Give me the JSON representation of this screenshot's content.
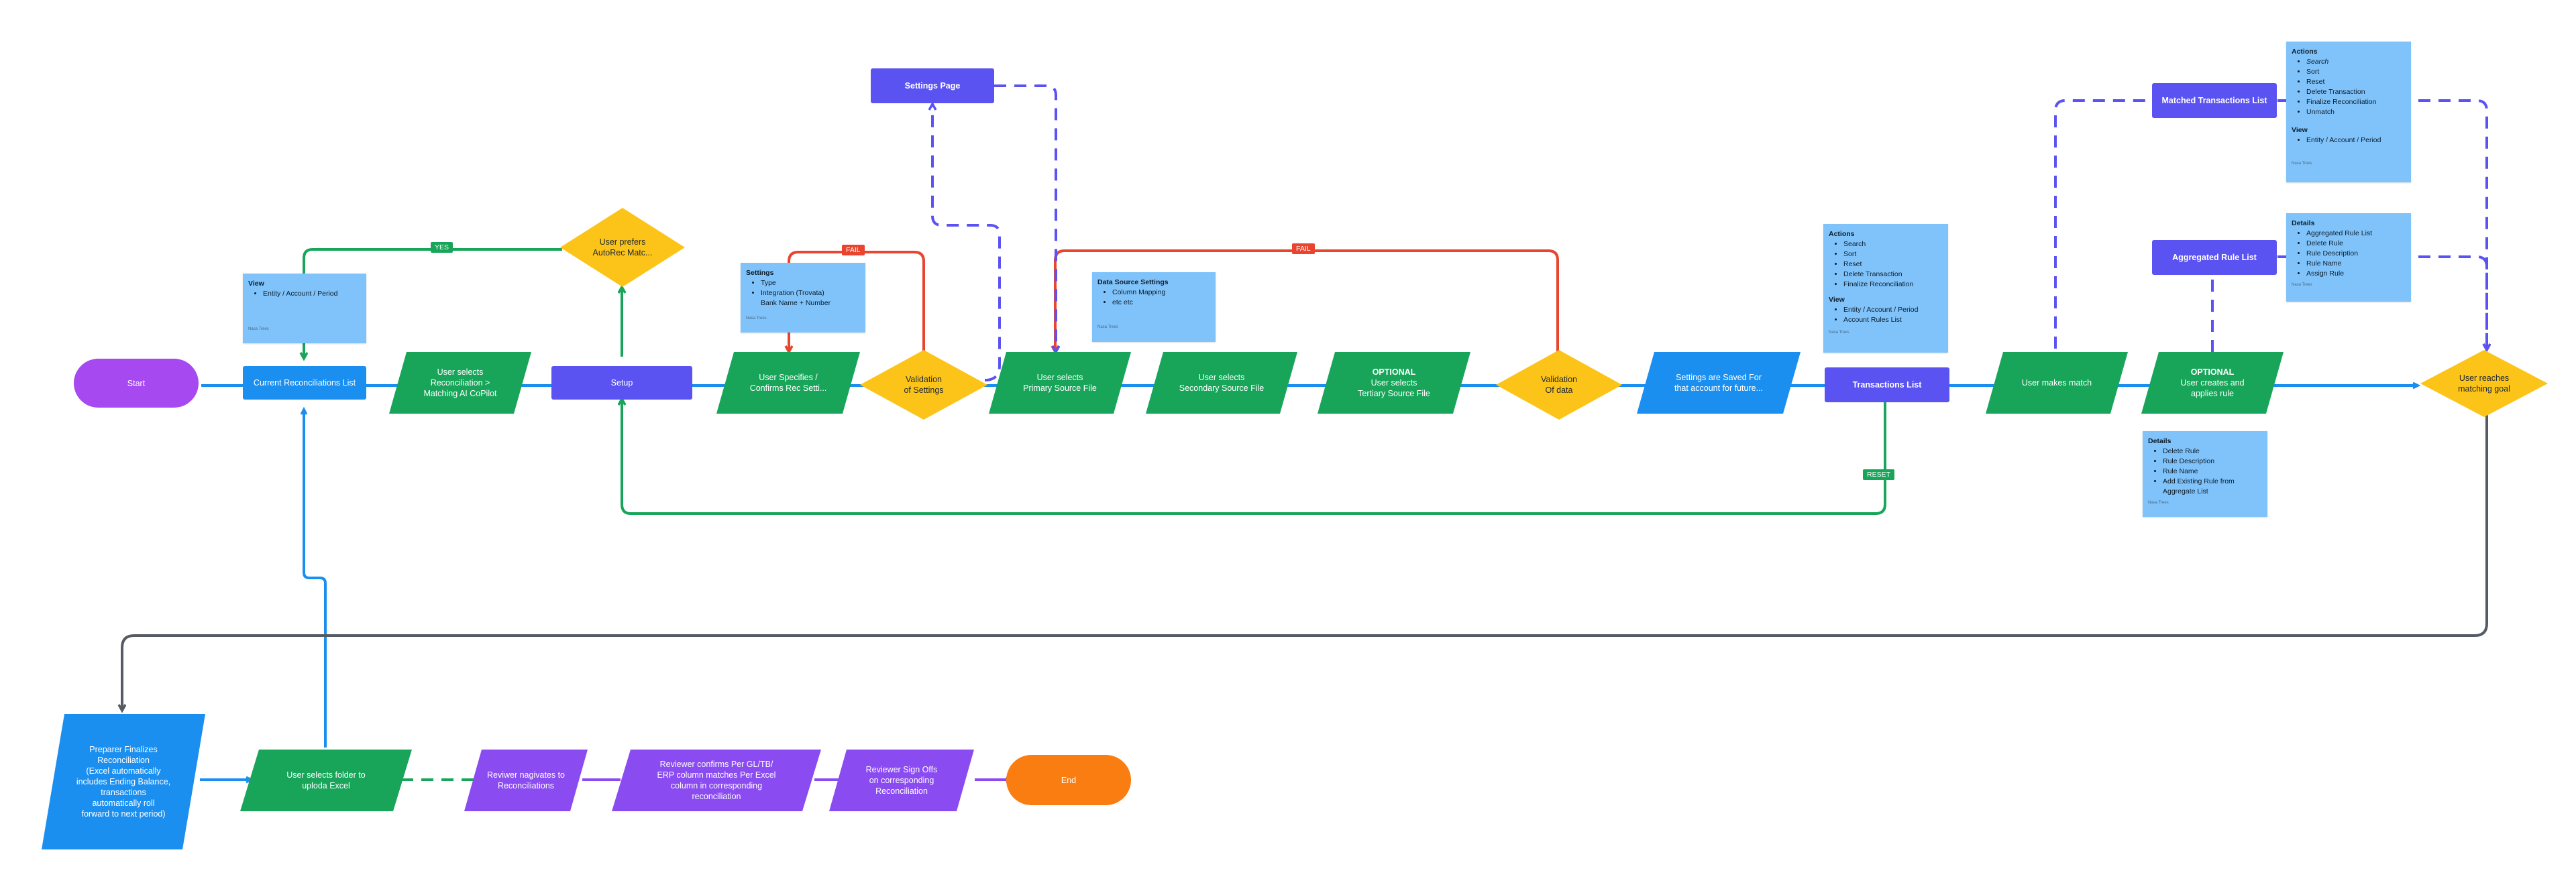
{
  "colors": {
    "blue": "#1b8ff0",
    "indigo": "#5b52f2",
    "green": "#18a55a",
    "yellow": "#fcc419",
    "purple": "#8a4bf0",
    "orange": "#fa7d12",
    "lightblue": "#7fc3fa",
    "red": "#e8442e",
    "gray": "#555b63"
  },
  "nodes": {
    "start": "Start",
    "current_list": "Current Reconciliations  List",
    "selects_reconciliation": "User selects\nReconciliation >\nMatching AI CoPilot",
    "setup": "Setup",
    "autorec": "User prefers\nAutoRec Matc...",
    "specifies_settings": "User Specifies /\nConfirms Rec Setti...",
    "validation_settings": "Validation\nof Settings",
    "settings_page": "Settings Page",
    "primary_source": "User selects\nPrimary Source File",
    "secondary_source": "User selects\nSecondary Source File",
    "tertiary_optional": "OPTIONAL",
    "tertiary_source": "User selects\nTertiary Source File",
    "validation_data": "Validation\nOf data",
    "settings_saved": "Settings are Saved For\nthat account for future...",
    "transactions_list": "Transactions List",
    "makes_match": "User makes match",
    "matched_list": "Matched Transactions List",
    "aggregated_list": "Aggregated Rule List",
    "rule_optional": "OPTIONAL",
    "creates_rule": "User creates and\napplies rule",
    "reaches_goal": "User reaches\nmatching goal",
    "preparer_finalizes": "Preparer Finalizes\nReconciliation\n(Excel automatically\nincludes Ending Balance,\ntransactions\nautomatically roll\nforward to next period)",
    "selects_folder": "User selects folder to\nuploda Excel",
    "reviewer_navigates": "Reviwer nagivates to\nReconciliations",
    "reviewer_confirms": "Reviewer confirms Per GL/TB/\nERP column matches Per Excel\ncolumn in corresponding\nreconciliation",
    "reviewer_signs": "Reviewer Sign Offs\non corresponding\nReconciliation",
    "end": "End"
  },
  "labels": {
    "yes": "YES",
    "fail_1": "FAIL",
    "fail_2": "FAIL",
    "reset": "RESET"
  },
  "notes": {
    "view_note": {
      "title": "View",
      "items": [
        "Entity / Account / Period"
      ],
      "foot": "Nasa Trees"
    },
    "settings_note": {
      "title": "Settings",
      "items": [
        "Type",
        "Integration (Trovata)"
      ],
      "extra": "Bank Name + Number",
      "foot": "Nasa Trees"
    },
    "data_source_note": {
      "title": "Data Source Settings",
      "items": [
        "Column Mapping",
        "etc etc"
      ],
      "foot": "Nasa Trees"
    },
    "transactions_note": {
      "title": "Actions",
      "items": [
        "Search",
        "Sort",
        "Reset",
        "Delete Transaction",
        "Finalize Reconciliation"
      ],
      "title2": "View",
      "items2": [
        "Entity / Account / Period",
        "Account Rules List"
      ],
      "foot": "Nasa Trees"
    },
    "matched_note": {
      "title": "Actions",
      "items": [
        "Search",
        "Sort",
        "Reset",
        "Delete Transaction",
        "Finalize Reconciliation",
        "Unmatch"
      ],
      "title2": "View",
      "items2": [
        "Entity / Account / Period"
      ],
      "foot": "Nasa Trees"
    },
    "aggregated_note": {
      "title": "Details",
      "items": [
        "Aggregated Rule List",
        "Delete Rule",
        "Rule Description",
        "Rule Name",
        "Assign Rule"
      ],
      "foot": "Nasa Trees"
    },
    "rule_note": {
      "title": "Details",
      "items": [
        "Delete Rule",
        "Rule Description",
        "Rule Name",
        "Add Existing Rule from Aggregate List"
      ],
      "foot": "Nasa Trees"
    }
  }
}
